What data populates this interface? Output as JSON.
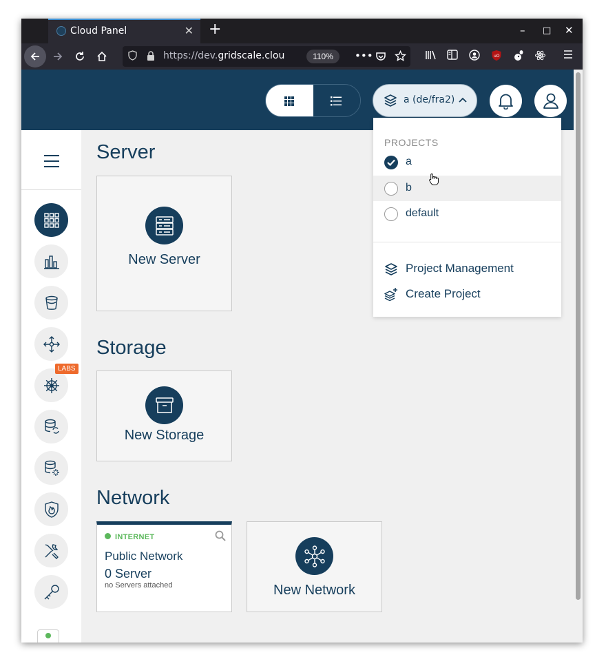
{
  "browser": {
    "tab_title": "Cloud Panel",
    "tab_close": "✕",
    "new_tab": "+",
    "window_controls": [
      "–",
      "□",
      "✕"
    ],
    "url_prefix": "https://dev.",
    "url_domain": "gridscale.cloud",
    "zoom": "110%",
    "more": "•••"
  },
  "header": {
    "project_selector_label": "a (de/fra2)"
  },
  "sidebar": {
    "labs_badge": "LABS",
    "items": [
      "grid-icon",
      "bar-chart-icon",
      "bucket-icon",
      "network-move-icon",
      "helm-icon",
      "database-sync-icon",
      "database-spark-icon",
      "firewall-icon",
      "tools-icon",
      "key-icon"
    ]
  },
  "main": {
    "server_title": "Server",
    "new_server_label": "New Server",
    "storage_title": "Storage",
    "new_storage_label": "New Storage",
    "network_title": "Network",
    "network_card": {
      "status": "INTERNET",
      "name": "Public Network",
      "count": "0 Server",
      "sub": "no Servers attached"
    },
    "new_network_label": "New Network"
  },
  "dropdown": {
    "header": "PROJECTS",
    "options": [
      {
        "label": "a",
        "checked": true
      },
      {
        "label": "b",
        "checked": false
      },
      {
        "label": "default",
        "checked": false
      }
    ],
    "actions": [
      "Project Management",
      "Create Project"
    ]
  },
  "colors": {
    "brand": "#163e5c",
    "labs": "#ee6a2c",
    "status_green": "#5cb85c"
  }
}
